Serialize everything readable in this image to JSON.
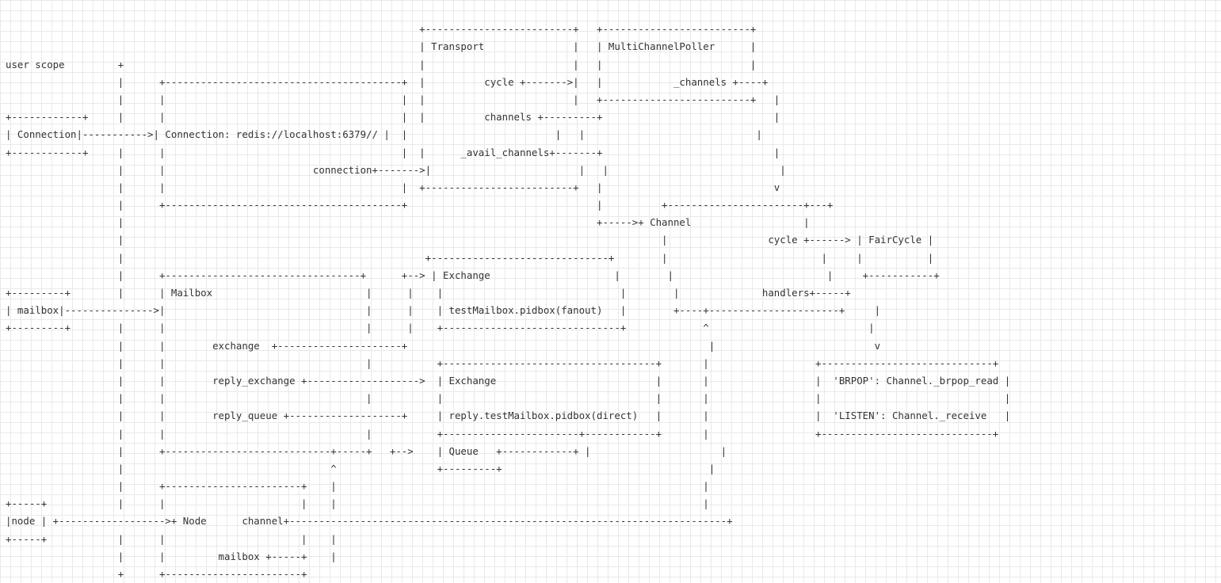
{
  "diagram": {
    "lines": [
      "",
      "                                                                      +-------------------------+   +-------------------------+",
      "                                                                      | Transport               |   | MultiChannelPoller      |",
      "user scope         +                                                  |                         |   |                         |",
      "                   |      +----------------------------------------+  |          cycle +------->|   |            _channels +----+",
      "                   |      |                                        |  |                         |   +-------------------------+   |",
      "+------------+     |      |                                        |  |          channels +---------+                             |",
      "| Connection|----------->| Connection: redis://localhost:6379// |  |                         |   |                             |",
      "+------------+     |      |                                        |  |      _avail_channels+-------+                             |",
      "                   |      |                         connection+------->|                         |   |                             |",
      "                   |      |                                        |  +-------------------------+   |                             v",
      "                   |      +----------------------------------------+                                |          +-----------------------+---+",
      "                   |                                                                                +----->+ Channel                   |",
      "                   |                                                                                           |                 cycle +------> | FairCycle |",
      "                   |                                                   +------------------------------+        |                          |     |           |",
      "                   |      +---------------------------------+      +--> | Exchange                     |        |                          |     +-----------+",
      "+---------+        |      | Mailbox                          |      |    |                              |        |              handlers+-----+",
      "| mailbox|--------------->|                                  |      |    | testMailbox.pidbox(fanout)   |        +----+----------------------+     |",
      "+---------+        |      |                                  |      |    +------------------------------+             ^                           |",
      "                   |      |        exchange  +---------------------+                                                   |                           v",
      "                   |      |                                  |           +------------------------------------+       |                  +-----------------------------+",
      "                   |      |        reply_exchange +------------------->  | Exchange                           |       |                  |  'BRPOP': Channel._brpop_read |",
      "                   |      |                                  |           |                                    |       |                  |                               |",
      "                   |      |        reply_queue +-------------------+     | reply.testMailbox.pidbox(direct)   |       |                  |  'LISTEN': Channel._receive   |",
      "                   |      |                                  |           +-----------------------+------------+       |                  +-----------------------------+",
      "                   |      +----------------------------+-----+   +-->    | Queue   +------------+ |                      |",
      "                   |                                   ^                 +---------+                                   |",
      "                   |      +-----------------------+    |                                                              |",
      "+-----+            |      |                       |    |                                                              |",
      "|node | +------------------>+ Node      channel+--------------------------------------------------------------------------+",
      "+-----+            |      |                       |    |",
      "                   |      |         mailbox +-----+    |",
      "                   +      +-----------------------+"
    ]
  }
}
